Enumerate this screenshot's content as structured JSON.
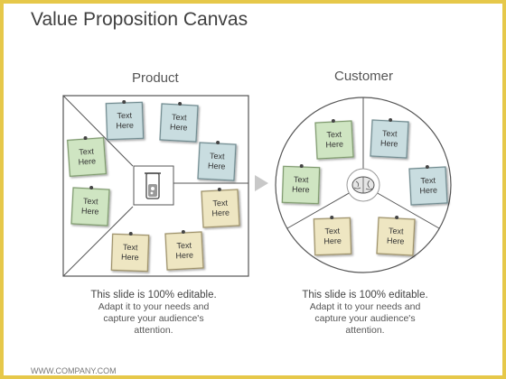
{
  "title": "Value Proposition Canvas",
  "product": {
    "heading": "Product",
    "notes": [
      "Text Here",
      "Text Here",
      "Text Here",
      "Text Here",
      "Text Here",
      "Text Here",
      "Text Here",
      "Text Here"
    ],
    "description": [
      "This slide is 100% editable.",
      "Adapt it to your needs and",
      "capture your audience's",
      "attention."
    ]
  },
  "customer": {
    "heading": "Customer",
    "notes": [
      "Text Here",
      "Text Here",
      "Text Here",
      "Text Here",
      "Text Here",
      "Text Here"
    ],
    "description": [
      "This slide is 100% editable.",
      "Adapt it to your needs and",
      "capture your audience's",
      "attention."
    ]
  },
  "footer": "WWW.COMPANY.COM",
  "colors": {
    "frame": "#e6c84a",
    "note_blue": "#c9dde0",
    "note_blue_edge": "#6f8a8f",
    "note_green": "#cfe5c2",
    "note_green_edge": "#7f9a6e",
    "note_tan": "#eee6c2",
    "note_tan_edge": "#9c9068",
    "line": "#8a8a8a"
  },
  "icons": {
    "product_center": "test-tube-icon",
    "customer_center": "brain-icon",
    "connector": "arrow-right-icon",
    "note_pin": "pushpin-icon"
  }
}
